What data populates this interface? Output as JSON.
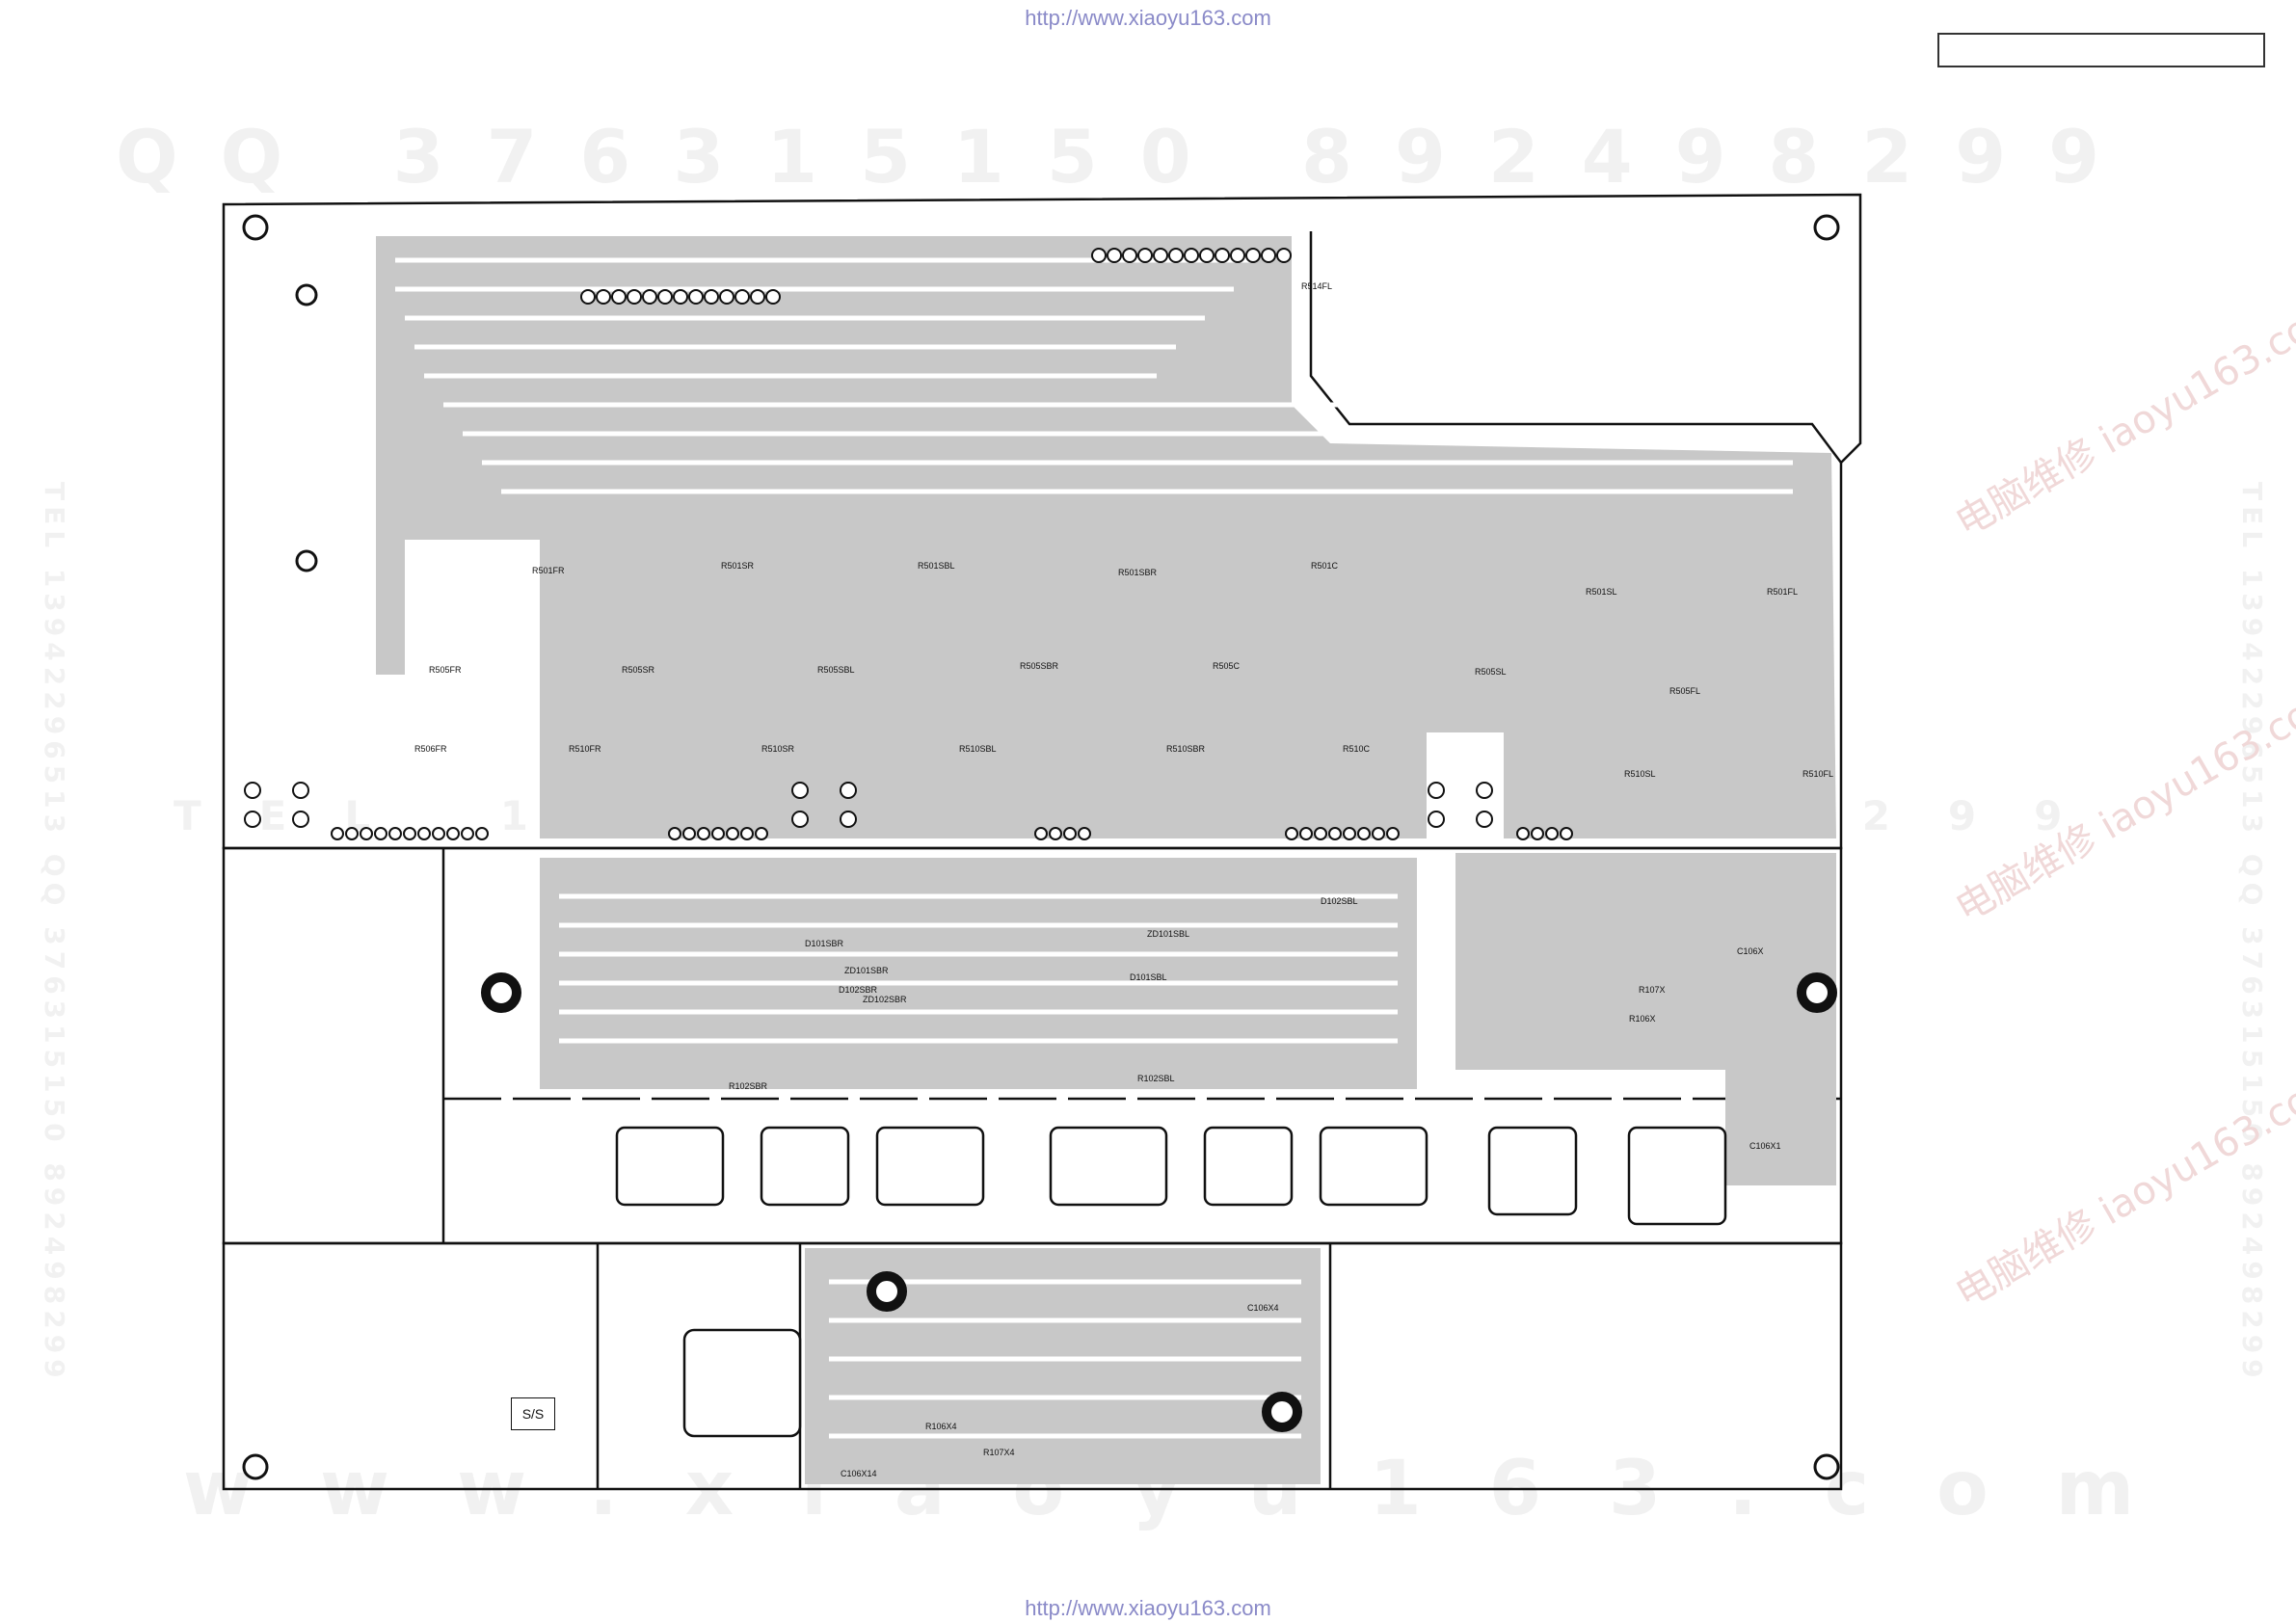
{
  "header": {
    "url_top": "http://www.xiaoyu163.com"
  },
  "footer": {
    "url_bottom": "http://www.xiaoyu163.com"
  },
  "watermarks": {
    "top": "QQ 376315150  892498299",
    "mid": "TEL 13942296513  2498299",
    "bottom": "www.xiaoyu163.com",
    "side_left": "TEL 13942296513  QQ 376315150  892498299",
    "side_right": "TEL 13942296513  QQ 376315150  892498299",
    "diagonal": "电脑维修\niaoyu163.com"
  },
  "board": {
    "ss_label": "S/S",
    "channel_labels": [
      {
        "text": "R501FR"
      },
      {
        "text": "R505FR"
      },
      {
        "text": "R506FR"
      },
      {
        "text": "R510FR"
      },
      {
        "text": "R501SR"
      },
      {
        "text": "R505SR"
      },
      {
        "text": "R510SR"
      },
      {
        "text": "R501SBL"
      },
      {
        "text": "R505SBL"
      },
      {
        "text": "R510SBL"
      },
      {
        "text": "R501SBR"
      },
      {
        "text": "R505SBR"
      },
      {
        "text": "R510SBR"
      },
      {
        "text": "R501C"
      },
      {
        "text": "R505C"
      },
      {
        "text": "R510C"
      },
      {
        "text": "R501SL"
      },
      {
        "text": "R505SL"
      },
      {
        "text": "R510SL"
      },
      {
        "text": "R501FL"
      },
      {
        "text": "R505FL"
      },
      {
        "text": "R510FL"
      },
      {
        "text": "D101SBR"
      },
      {
        "text": "ZD101SBR"
      },
      {
        "text": "D102SBR"
      },
      {
        "text": "ZD102SBR"
      },
      {
        "text": "ZD101SBL"
      },
      {
        "text": "D101SBL"
      },
      {
        "text": "D102SBL"
      },
      {
        "text": "R102SBR"
      },
      {
        "text": "R102SBL"
      },
      {
        "text": "C106X"
      },
      {
        "text": "R106X"
      },
      {
        "text": "R107X"
      },
      {
        "text": "C106X1"
      },
      {
        "text": "C106X4"
      },
      {
        "text": "R106X4"
      },
      {
        "text": "R107X4"
      },
      {
        "text": "C106X14"
      },
      {
        "text": "R514FL"
      }
    ]
  },
  "colors": {
    "copper": "#c8c8c8",
    "outline": "#111111",
    "url": "#8a8ac8"
  }
}
